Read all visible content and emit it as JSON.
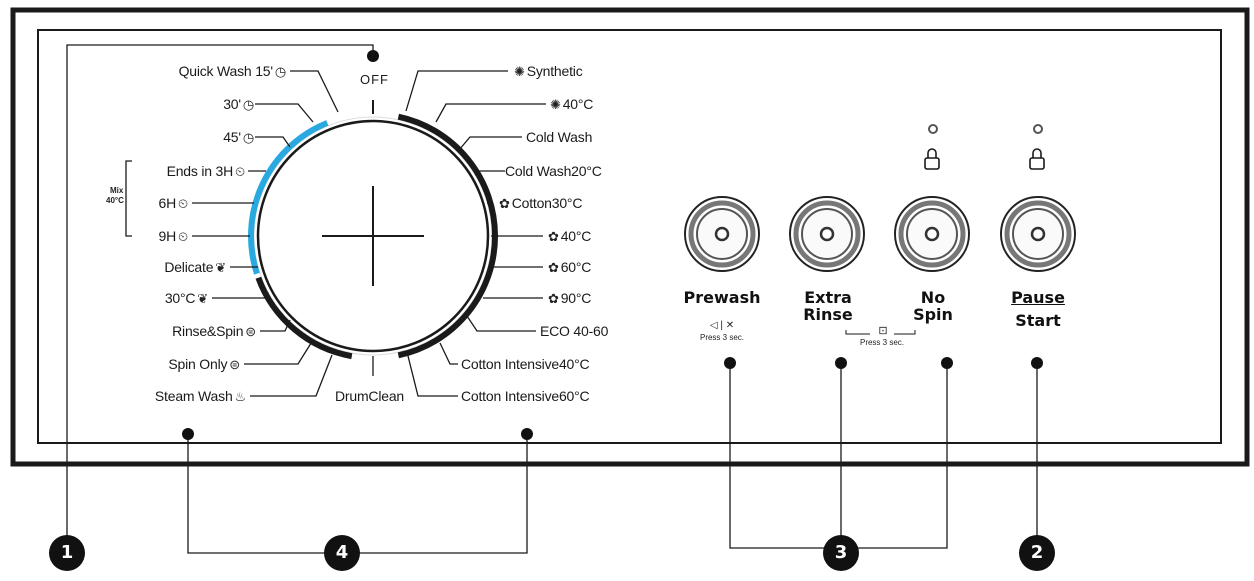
{
  "dial": {
    "top_label": "OFF",
    "left_programs": [
      {
        "label": "Quick Wash 15'",
        "icon": "timer-icon"
      },
      {
        "label": "30'",
        "icon": "timer-icon"
      },
      {
        "label": "45'",
        "icon": "timer-icon"
      },
      {
        "label": "Ends in 3H",
        "icon": "clock-icon"
      },
      {
        "label": "6H",
        "icon": "clock-icon"
      },
      {
        "label": "9H",
        "icon": "clock-icon"
      },
      {
        "label": "Delicate",
        "icon": "leaf-icon"
      },
      {
        "label": "30°C",
        "icon": "leaf-icon"
      },
      {
        "label": "Rinse&Spin",
        "icon": "rinse-spin-icon"
      },
      {
        "label": "Spin Only",
        "icon": "spin-icon"
      },
      {
        "label": "Steam Wash",
        "icon": "steam-icon"
      }
    ],
    "mix_label_1": "Mix",
    "mix_label_2": "40°C",
    "bottom_label": "DrumClean",
    "right_programs": [
      {
        "label": "Synthetic",
        "icon": "synthetic-icon"
      },
      {
        "label": "40°C",
        "icon": "synthetic-icon"
      },
      {
        "label": "Cold Wash",
        "icon": ""
      },
      {
        "label": "Cold Wash20°C",
        "icon": ""
      },
      {
        "label": "Cotton30°C",
        "icon": "cotton-icon"
      },
      {
        "label": "40°C",
        "icon": "cotton-icon"
      },
      {
        "label": "60°C",
        "icon": "cotton-icon"
      },
      {
        "label": "90°C",
        "icon": "cotton-icon"
      },
      {
        "label": "ECO 40-60",
        "icon": ""
      },
      {
        "label": "Cotton Intensive40°C",
        "icon": ""
      },
      {
        "label": "Cotton Intensive60°C",
        "icon": ""
      }
    ]
  },
  "buttons": {
    "prewash": {
      "label": "Prewash",
      "sub": "Press 3 sec."
    },
    "extra_rinse": {
      "line1": "Extra",
      "line2": "Rinse"
    },
    "no_spin": {
      "line1": "No",
      "line2": "Spin"
    },
    "shared_sub": "Press 3 sec.",
    "pause_start": {
      "line1": "Pause",
      "line2": "Start"
    }
  },
  "callouts": [
    "1",
    "4",
    "3",
    "2"
  ],
  "colors": {
    "accent": "#2aa9e0",
    "ink": "#111111"
  }
}
